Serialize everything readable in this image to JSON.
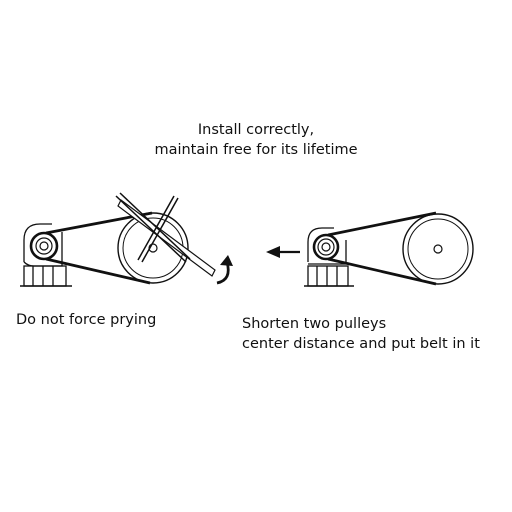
{
  "title": {
    "line1": "Install correctly,",
    "line2": "maintain free for its lifetime"
  },
  "left_panel": {
    "caption": "Do not force prying"
  },
  "right_panel": {
    "caption_line1": "Shorten two pulleys",
    "caption_line2": "center distance and put belt in it"
  },
  "icons": {
    "wrong": "cross-mark-icon",
    "rotation": "curved-arrow-icon",
    "direction": "left-arrow-icon"
  },
  "colors": {
    "line": "#111111",
    "background": "#ffffff"
  }
}
